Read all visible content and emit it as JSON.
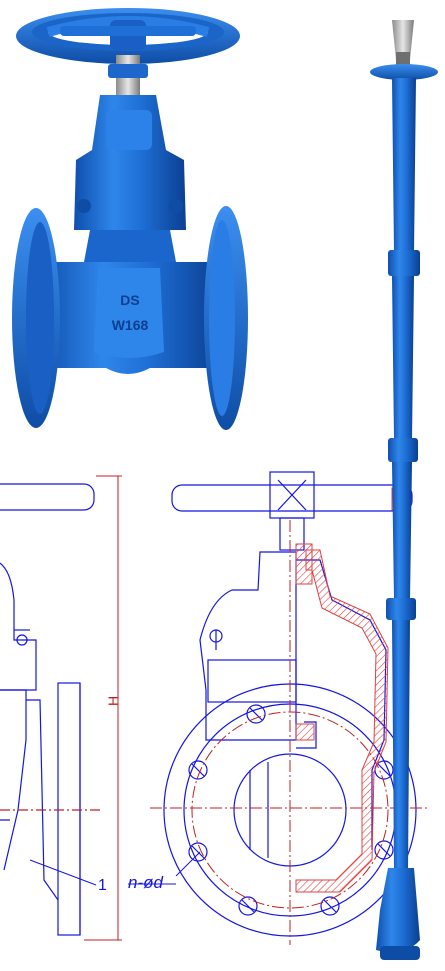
{
  "valve": {
    "body_marking_top": "DS",
    "body_marking_bottom": "W168"
  },
  "drawing": {
    "height_label": "H",
    "part_number": "1",
    "bolt_hole_label": "n-ød"
  },
  "colors": {
    "valve_blue": "#1e6fd6",
    "valve_shadow": "#0d4ea8",
    "valve_highlight": "#5aa4f0",
    "drawing_line": "#1616e0",
    "dimension_line": "#c02020",
    "section_hatch": "#e04040",
    "stem_metal": "#c8c8c8"
  }
}
